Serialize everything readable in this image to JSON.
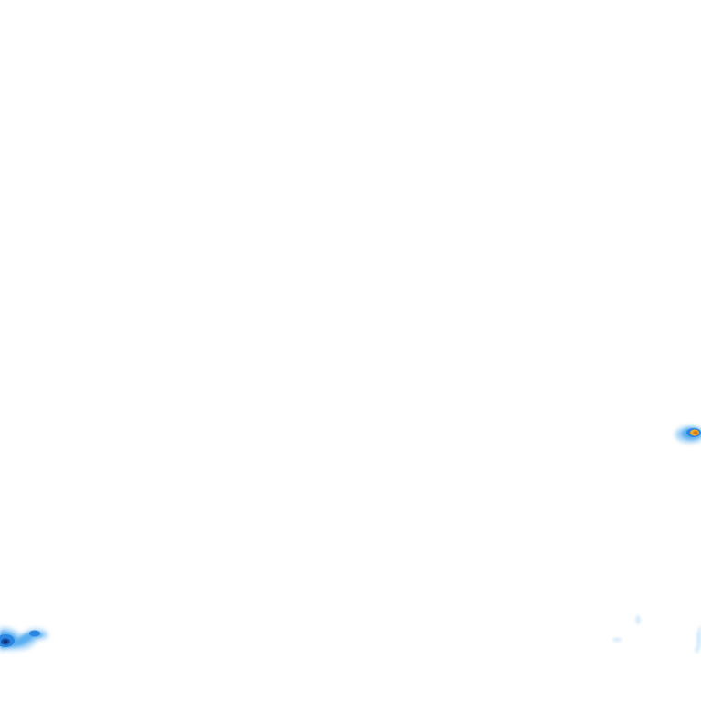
{
  "map": {
    "background_color": "#ffffff",
    "legend_colors": {
      "very_light": "#cfe8fb",
      "light": "#9fd0f7",
      "medium": "#5aaef0",
      "strong": "#2a86e0",
      "very_strong": "#1a4fa8",
      "core_outline": "#0b2f6e",
      "heavy": "#f5a623",
      "heavy_core": "#e07a10"
    },
    "cells": [
      {
        "name": "east-cell",
        "intensity": "heavy"
      },
      {
        "name": "southwest-cell",
        "intensity": "very_strong"
      },
      {
        "name": "southeast-fragments",
        "intensity": "very_light"
      }
    ]
  }
}
